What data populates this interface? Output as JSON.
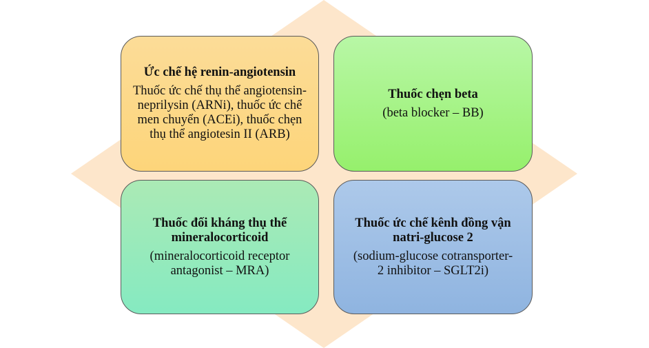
{
  "colors": {
    "diamond": "#fde6cb",
    "box1": "#fdd98a",
    "box2": "#a6f489",
    "box3": "#98eabb",
    "box4": "#9ebfe5"
  },
  "boxes": [
    {
      "title": "Ức chế hệ renin-angiotensin",
      "body": "Thuốc ức chế thụ thể angiotensin-neprilysin (ARNi), thuốc ức chế men chuyển (ACEi), thuốc chẹn thụ thể angiotesin II (ARB)"
    },
    {
      "title": "Thuốc chẹn beta",
      "body": "(beta blocker – BB)"
    },
    {
      "title": "Thuốc đối kháng thụ thể mineralocorticoid",
      "body": "(mineralocorticoid receptor antagonist – MRA)"
    },
    {
      "title": "Thuốc ức chế kênh đồng vận natri-glucose 2",
      "body": "(sodium-glucose cotransporter-2 inhibitor – SGLT2i)"
    }
  ]
}
